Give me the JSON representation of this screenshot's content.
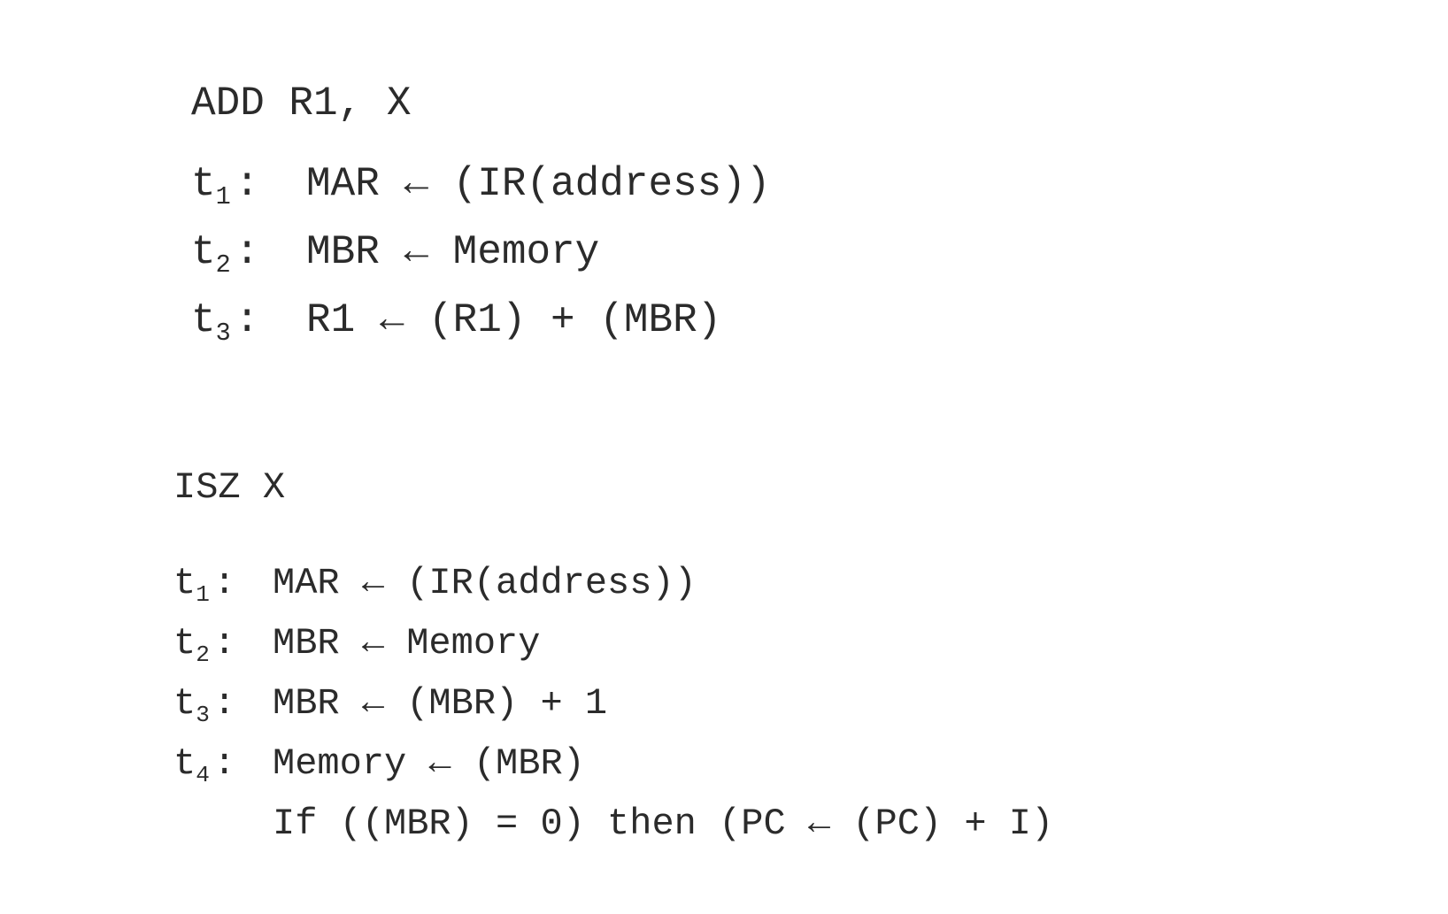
{
  "add_block": {
    "heading": "ADD R1, X",
    "steps": [
      {
        "t": "t",
        "sub": "1",
        "text": "MAR ← (IR(address))"
      },
      {
        "t": "t",
        "sub": "2",
        "text": "MBR ← Memory"
      },
      {
        "t": "t",
        "sub": "3",
        "text": "R1 ← (R1) + (MBR)"
      }
    ]
  },
  "isz_block": {
    "heading": "ISZ X",
    "steps": [
      {
        "t": "t",
        "sub": "1",
        "text": "MAR ← (IR(address))"
      },
      {
        "t": "t",
        "sub": "2",
        "text": "MBR ← Memory"
      },
      {
        "t": "t",
        "sub": "3",
        "text": "MBR ← (MBR) + 1"
      },
      {
        "t": "t",
        "sub": "4",
        "text": "Memory ← (MBR)"
      }
    ],
    "continuation": "If ((MBR) = 0) then (PC ← (PC) + I)"
  },
  "colors": {
    "text": "#2b2b2b",
    "background": "#ffffff"
  }
}
